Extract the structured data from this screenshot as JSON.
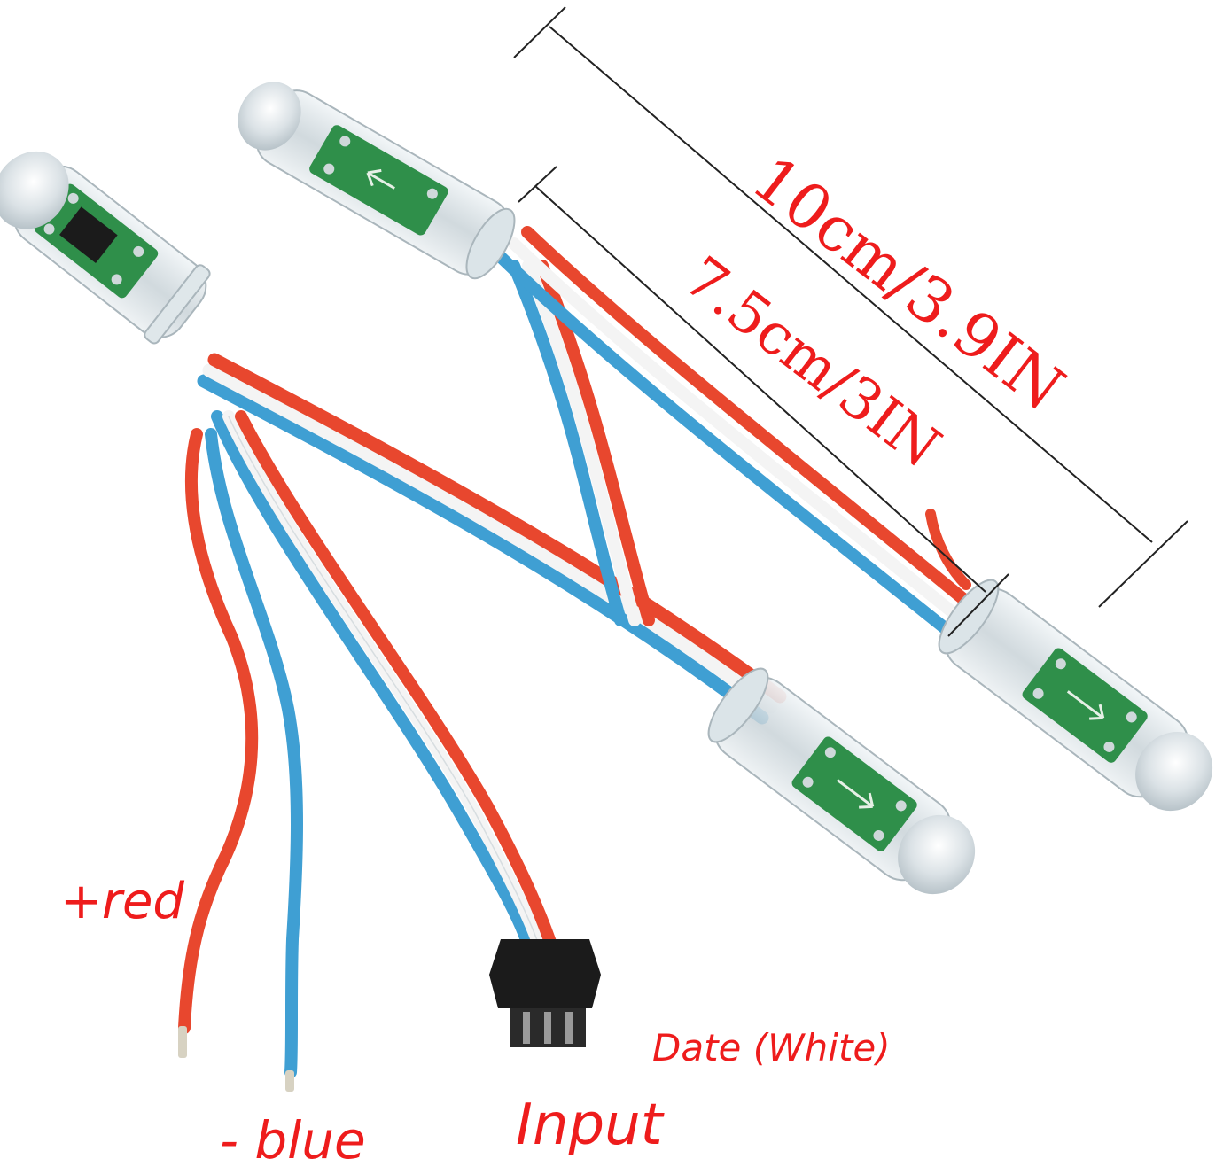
{
  "labels": {
    "positive": "+red",
    "negative": "- blue",
    "input": "Input",
    "data_wire": "Date (White)"
  },
  "dimensions": {
    "total_length": "10cm/3.9IN",
    "pixel_spacing": "7.5cm/3IN"
  },
  "colors": {
    "label_red": "#ee1c1c",
    "wire_red": "#e8472e",
    "wire_blue": "#3f9fd3",
    "wire_white": "#f4f4f4",
    "pcb_green": "#2f8f4a",
    "connector_black": "#1b1b1b",
    "dimension_line": "#222222"
  }
}
